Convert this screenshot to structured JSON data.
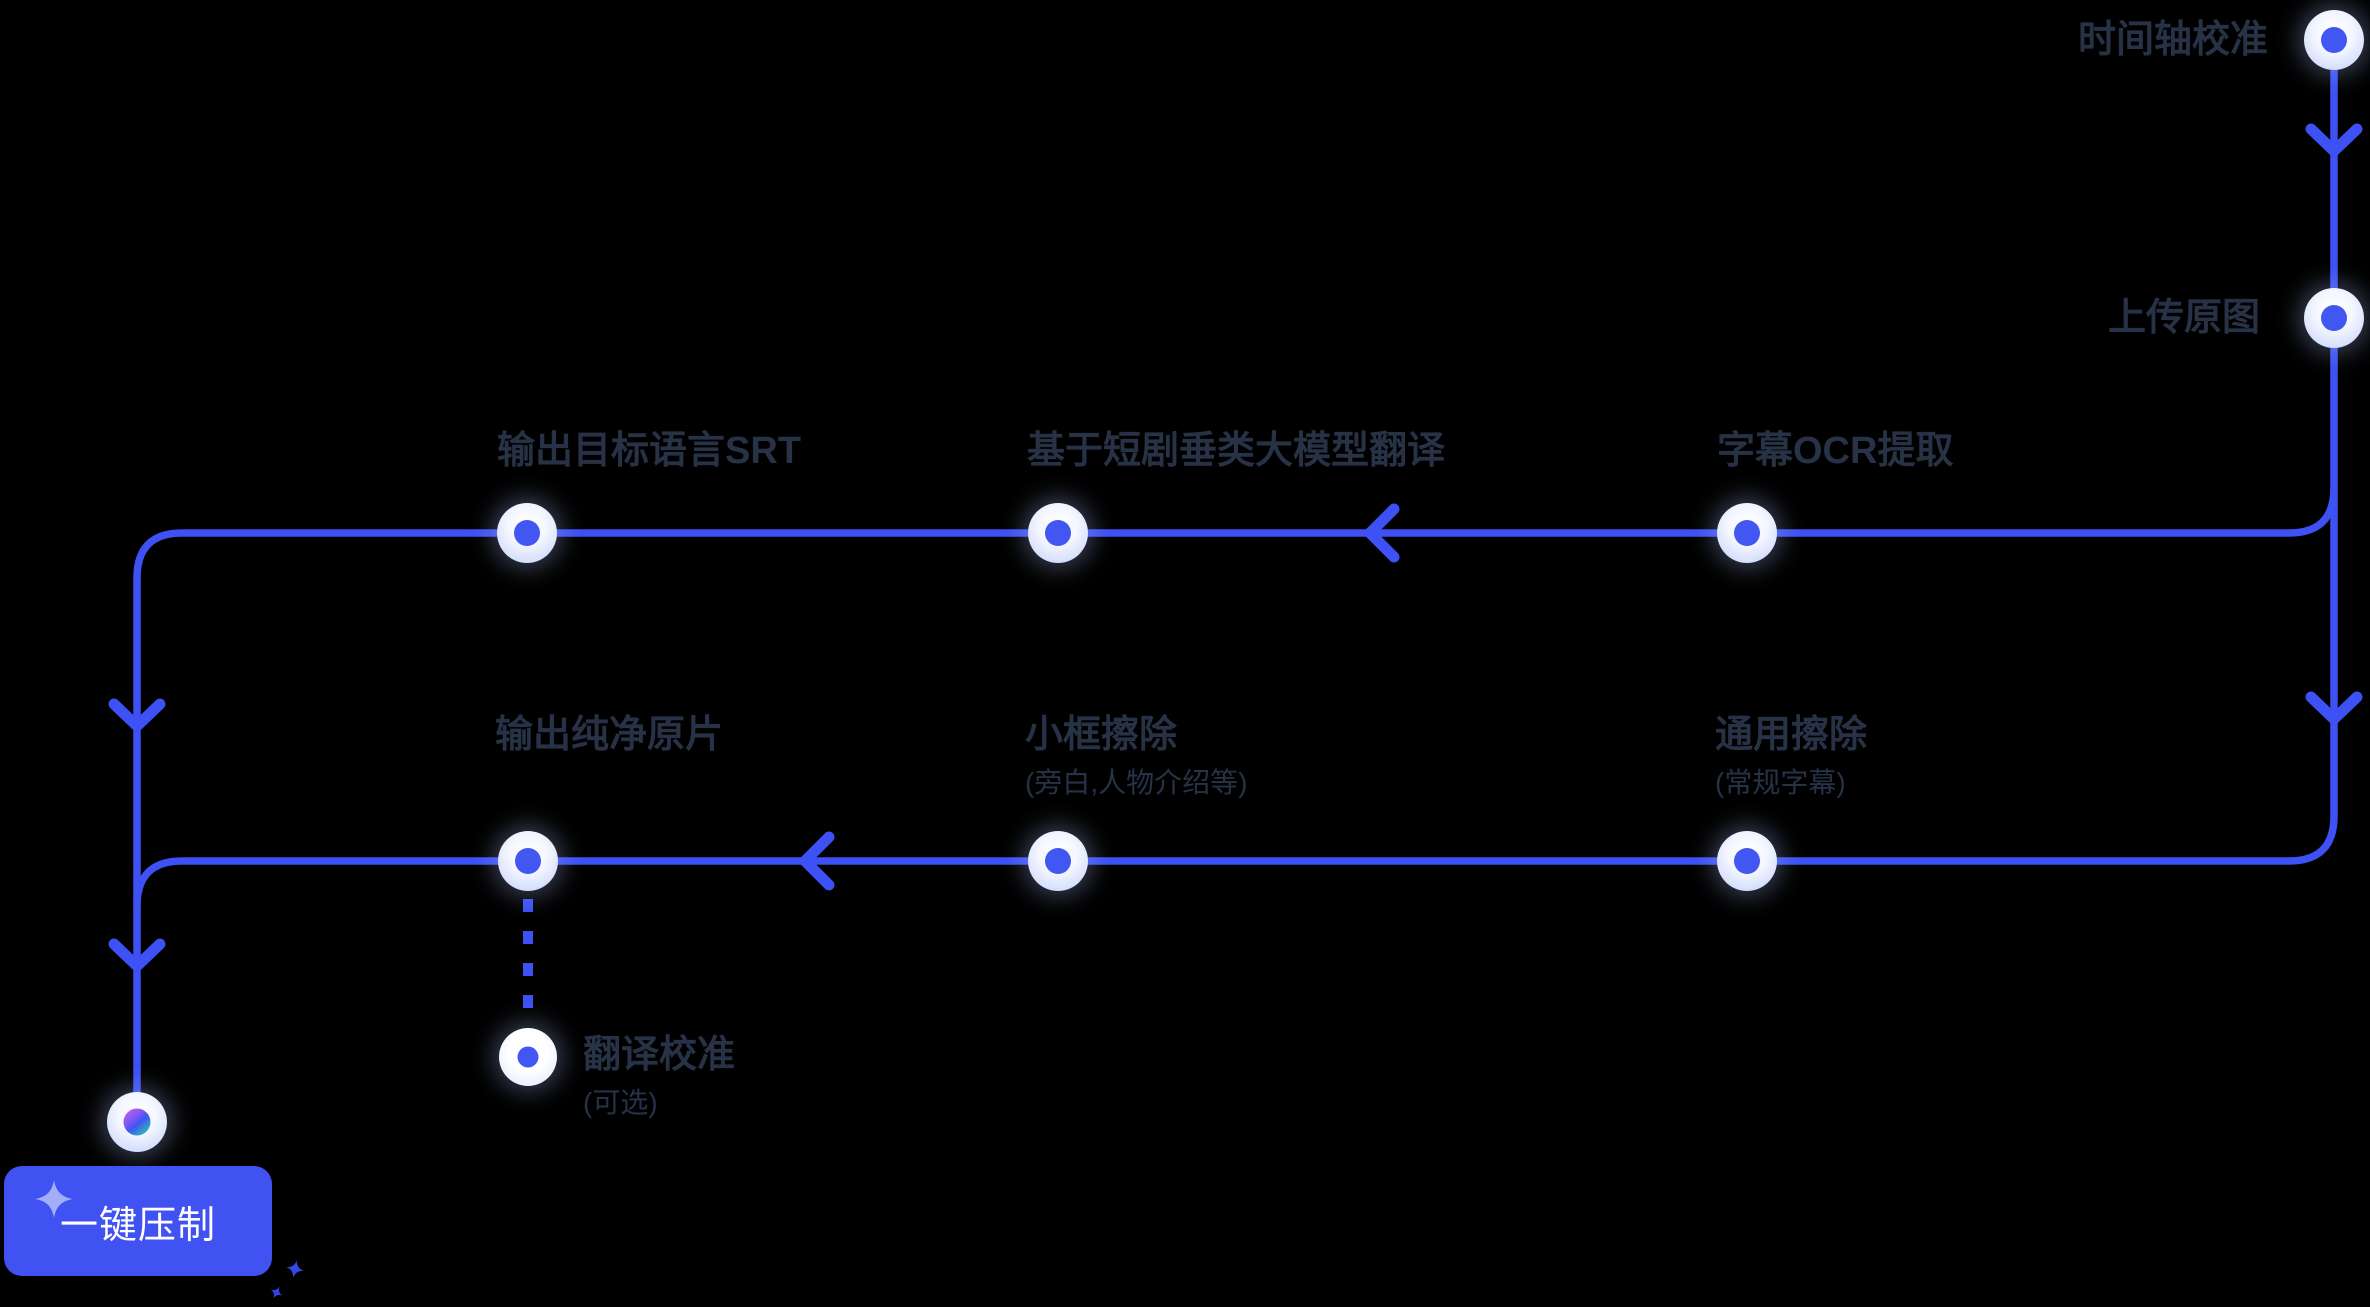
{
  "diagram": {
    "nodes": {
      "timeline": {
        "label": "时间轴校准"
      },
      "upload": {
        "label": "上传原图"
      },
      "srt": {
        "label": "输出目标语言SRT"
      },
      "translate": {
        "label": "基于短剧垂类大模型翻译"
      },
      "ocr": {
        "label": "字幕OCR提取"
      },
      "clean": {
        "label": "输出纯净原片"
      },
      "smallbox": {
        "label": "小框擦除",
        "note": "(旁白,人物介绍等)"
      },
      "general": {
        "label": "通用擦除",
        "note": "(常规字幕)"
      },
      "proofread": {
        "label": "翻译校准",
        "note": "(可选)"
      }
    },
    "button": {
      "label": "一键压制"
    },
    "colors": {
      "background": "#000000",
      "line": "#3d51f4",
      "node_dot": "#4257f2",
      "label_text": "#273246",
      "button_bg": "#4152f3",
      "button_text": "#ffffff",
      "final_node_gradient": [
        "#cf63f1",
        "#3f56f2",
        "#28dfa3"
      ],
      "sparkle_light": "#a2aff7",
      "sparkle_dark": "#3448e8"
    }
  }
}
